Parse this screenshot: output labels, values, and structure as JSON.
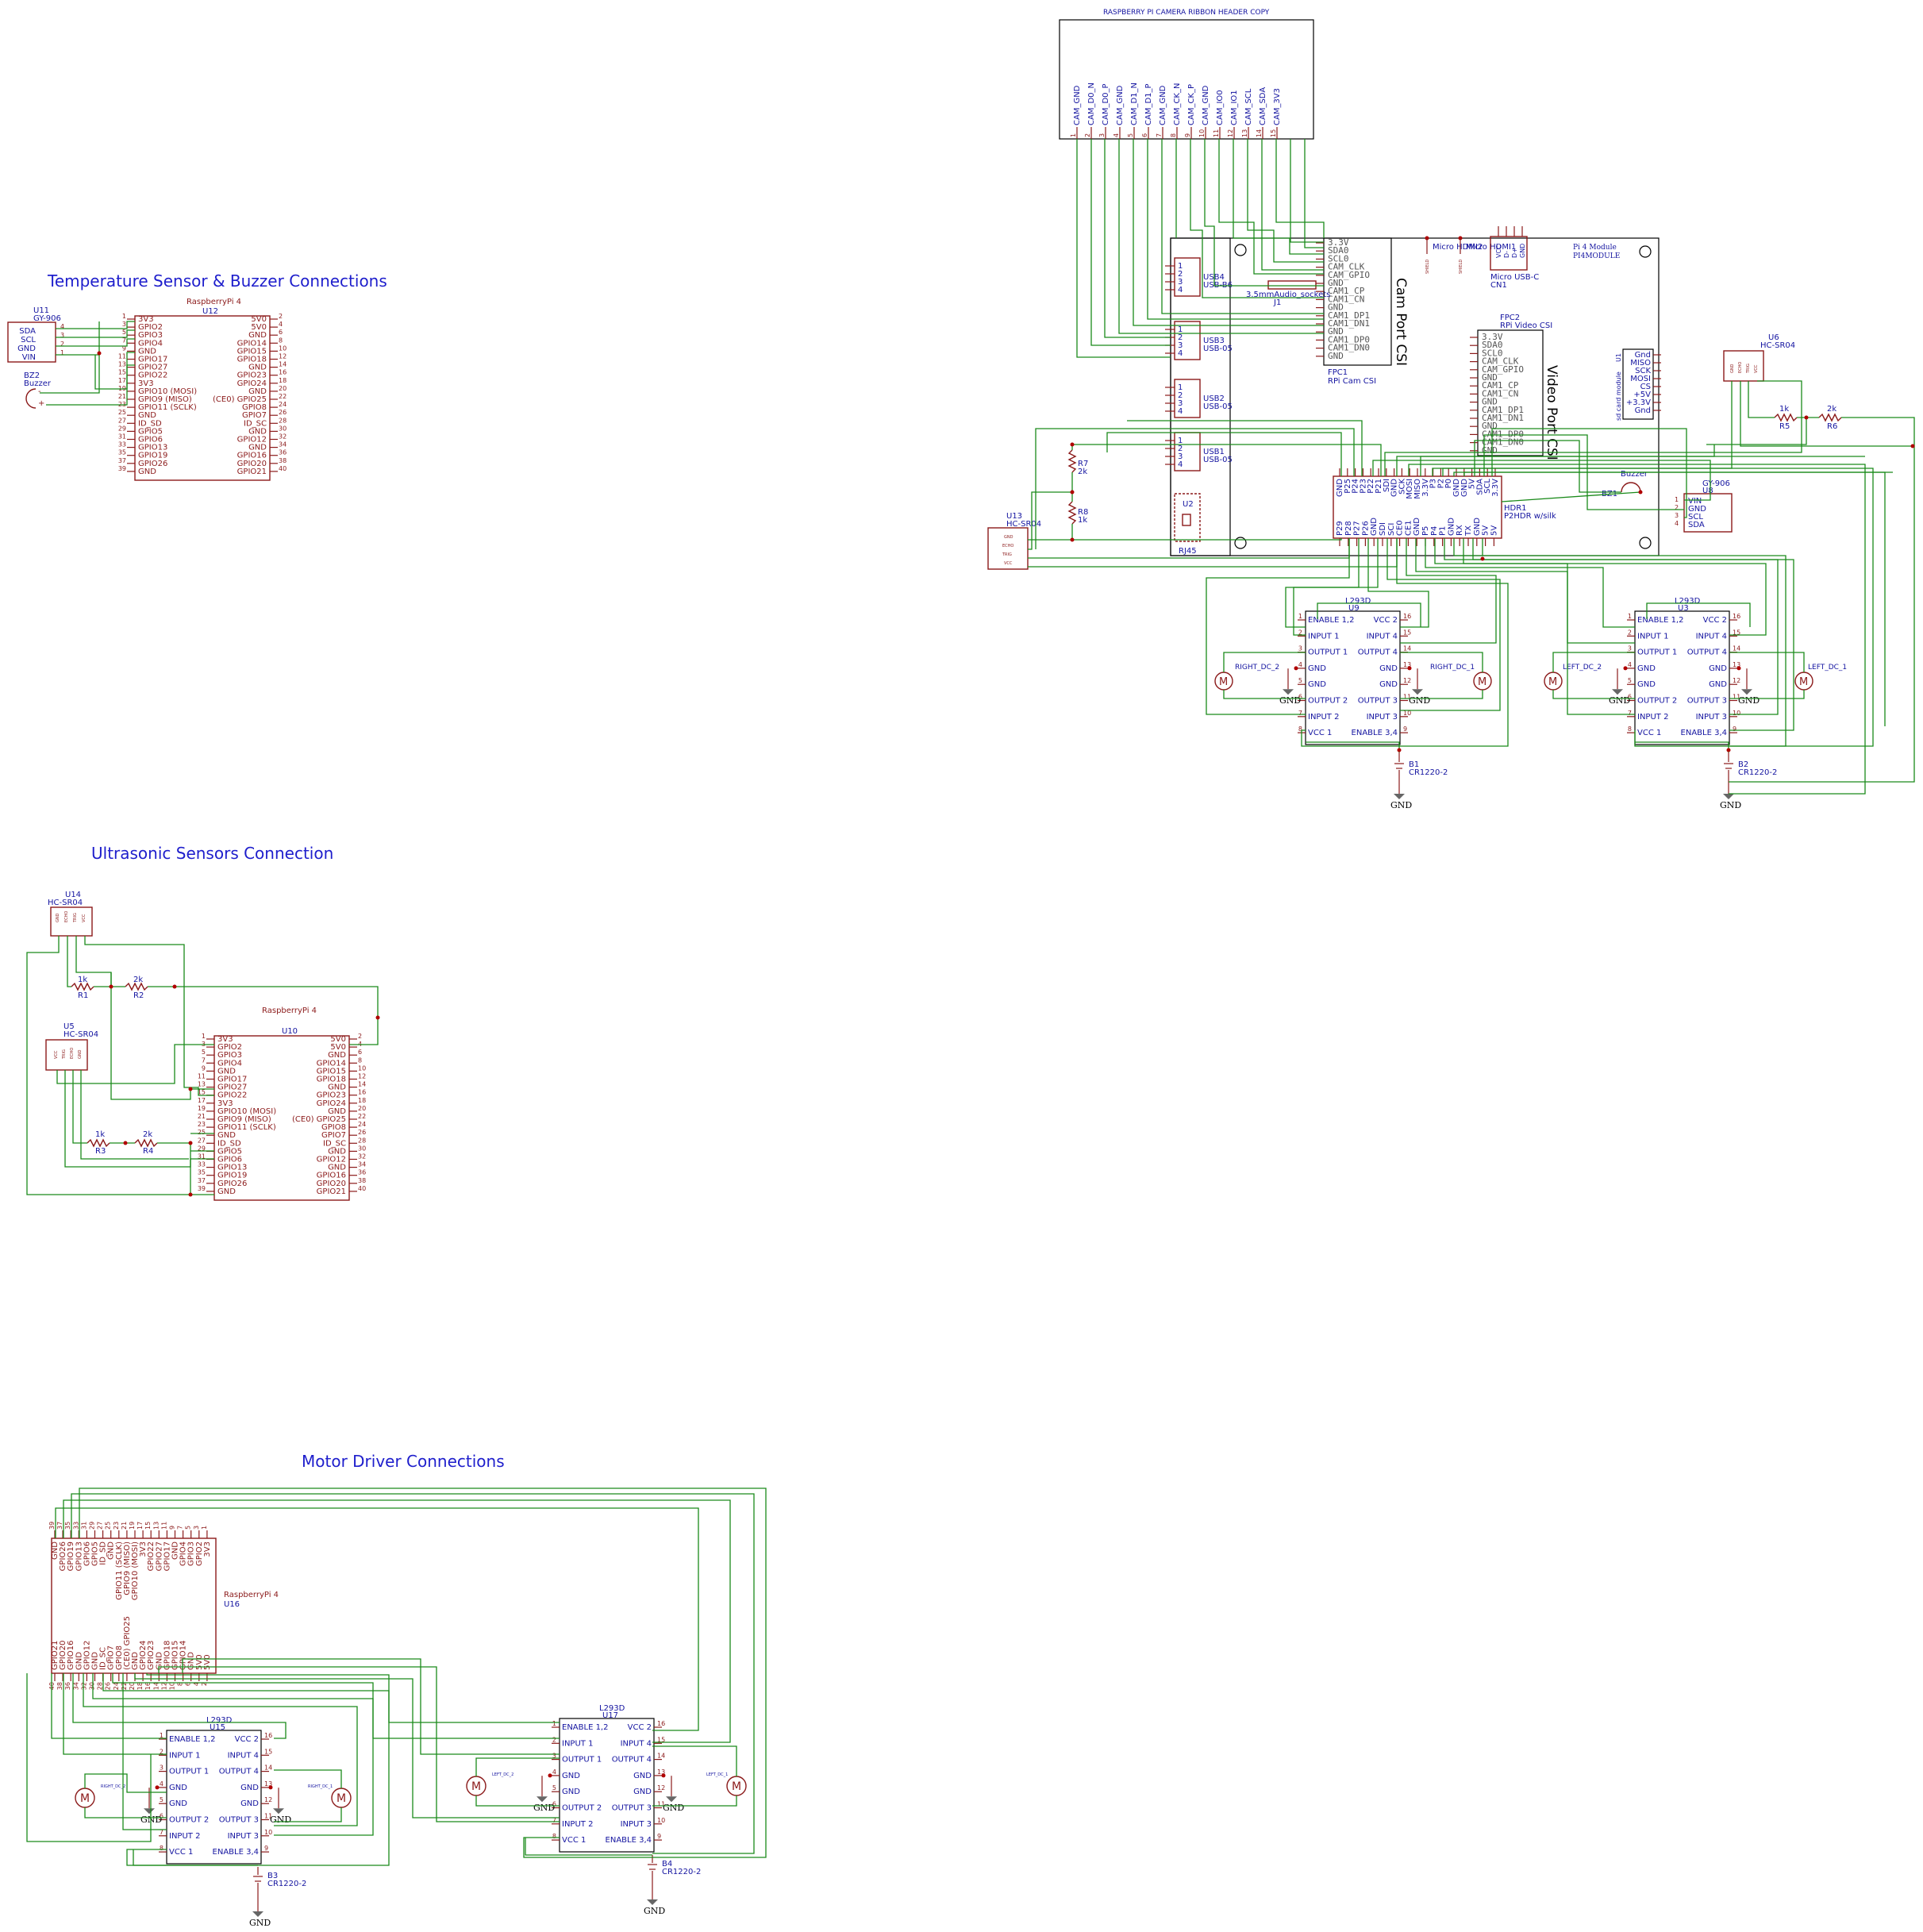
{
  "headings": {
    "temp": "Temperature Sensor & Buzzer Connections",
    "ultra": "Ultrasonic Sensors Connection",
    "motor": "Motor Driver Connections",
    "camera_header": "RASPBERRY PI CAMERA RIBBON HEADER COPY"
  },
  "rpi": {
    "title": "RaspberryPi 4",
    "left_pins": [
      "3V3",
      "GPIO2",
      "GPIO3",
      "GPIO4",
      "GND",
      "GPIO17",
      "GPIO27",
      "GPIO22",
      "3V3",
      "GPIO10 (MOSI)",
      "GPIO9 (MISO)",
      "GPIO11 (SCLK)",
      "GND",
      "ID_SD",
      "GPIO5",
      "GPIO6",
      "GPIO13",
      "GPIO19",
      "GPIO26",
      "GND"
    ],
    "left_nums": [
      "1",
      "3",
      "5",
      "7",
      "9",
      "11",
      "13",
      "15",
      "17",
      "19",
      "21",
      "23",
      "25",
      "27",
      "29",
      "31",
      "33",
      "35",
      "37",
      "39"
    ],
    "right_pins": [
      "5V0",
      "5V0",
      "GND",
      "GPIO14",
      "GPIO15",
      "GPIO18",
      "GND",
      "GPIO23",
      "GPIO24",
      "GND",
      "(CE0) GPIO25",
      "GPIO8",
      "GPIO7",
      "ID_SC",
      "GND",
      "GPIO12",
      "GND",
      "GPIO16",
      "GPIO20",
      "GPIO21"
    ],
    "right_nums": [
      "2",
      "4",
      "6",
      "8",
      "10",
      "12",
      "14",
      "16",
      "18",
      "20",
      "22",
      "24",
      "26",
      "28",
      "30",
      "32",
      "34",
      "36",
      "38",
      "40"
    ]
  },
  "u12": {
    "ref": "U12"
  },
  "u10": {
    "ref": "U10"
  },
  "u16": {
    "ref": "U16"
  },
  "u11": {
    "ref": "U11",
    "type": "GY-906",
    "pins": [
      "SDA",
      "SCL",
      "GND",
      "VIN"
    ],
    "nums": [
      "4",
      "3",
      "2",
      "1"
    ]
  },
  "bz2": {
    "ref": "BZ2",
    "type": "Buzzer"
  },
  "u14": {
    "ref": "U14",
    "type": "HC-SR04"
  },
  "u5": {
    "ref": "U5",
    "type": "HC-SR04"
  },
  "u6": {
    "ref": "U6",
    "type": "HC-SR04"
  },
  "u13": {
    "ref": "U13",
    "type": "HC-SR04"
  },
  "hcsr_pins": [
    "GND",
    "ECHO",
    "TRIG",
    "VCC"
  ],
  "resistors": {
    "r1": {
      "ref": "R1",
      "val": "1k"
    },
    "r2": {
      "ref": "R2",
      "val": "2k"
    },
    "r3": {
      "ref": "R3",
      "val": "1k"
    },
    "r4": {
      "ref": "R4",
      "val": "2k"
    },
    "r5": {
      "ref": "R5",
      "val": "1k"
    },
    "r6": {
      "ref": "R6",
      "val": "2k"
    },
    "r7": {
      "ref": "R7",
      "val": "2k"
    },
    "r8": {
      "ref": "R8",
      "val": "1k"
    }
  },
  "l293d": {
    "type": "L293D",
    "left_pins": [
      "ENABLE 1,2",
      "INPUT 1",
      "OUTPUT 1",
      "GND",
      "GND",
      "OUTPUT 2",
      "INPUT 2",
      "VCC 1"
    ],
    "left_nums": [
      "1",
      "2",
      "3",
      "4",
      "5",
      "6",
      "7",
      "8"
    ],
    "right_pins": [
      "VCC 2",
      "INPUT 4",
      "OUTPUT 4",
      "GND",
      "GND",
      "OUTPUT 3",
      "INPUT 3",
      "ENABLE 3,4"
    ],
    "right_nums": [
      "16",
      "15",
      "14",
      "13",
      "12",
      "11",
      "10",
      "9"
    ]
  },
  "drivers": {
    "u9": "U9",
    "u3": "U3",
    "u15": "U15",
    "u17": "U17"
  },
  "motors": {
    "right2": "RIGHT_DC_2",
    "right1": "RIGHT_DC_1",
    "left2": "LEFT_DC_2",
    "left1": "LEFT_DC_1"
  },
  "batteries": {
    "b1": "B1",
    "b2": "B2",
    "b3": "B3",
    "b4": "B4",
    "type": "CR1220-2"
  },
  "gnd_label": "GND",
  "camera_pins": [
    "CAM_GND",
    "CAM_D0_N",
    "CAM_D0_P",
    "CAM_GND",
    "CAM_D1_N",
    "CAM_D1_P",
    "CAM_GND",
    "CAM_CK_N",
    "CAM_CK_P",
    "CAM_GND",
    "CAM_IO0",
    "CAM_IO1",
    "CAM_SCL",
    "CAM_SDA",
    "CAM_3V3"
  ],
  "camera_nums": [
    "1",
    "2",
    "3",
    "4",
    "5",
    "6",
    "7",
    "8",
    "9",
    "10",
    "11",
    "12",
    "13",
    "14",
    "15"
  ],
  "module": {
    "title": "Pi 4 Module",
    "sub": "PI4MODULE",
    "micro_hdmi2": "Micro HDMI2",
    "micro_hdmi1": "Micro HDMI1",
    "shield": "SHIELD",
    "usbc": "Micro USB-C",
    "cn1": "CN1",
    "usbc_pins": [
      "VCC",
      "D-",
      "D+",
      "GND"
    ],
    "usb4": "USB4",
    "usb4_type": "USB-B6",
    "usb3": "USB3",
    "usb2": "USB2",
    "usb1": "USB1",
    "usb_type": "USB-05",
    "usb_nums": [
      "1",
      "2",
      "3",
      "4"
    ],
    "audio": "3.5mmAudio_sockets",
    "j1": "J1",
    "u2": "U2",
    "rj45": "RJ45",
    "fpc1_pins": [
      "3.3V",
      "SDA0",
      "SCL0",
      "CAM_CLK",
      "CAM_GPIO",
      "GND",
      "CAM1_CP",
      "CAM1_CN",
      "GND",
      "CAM1_DP1",
      "CAM1_DN1",
      "GND",
      "CAM1_DP0",
      "CAM1_DN0",
      "GND"
    ],
    "cam_port": "Cam Port CSI",
    "fpc1": "FPC1",
    "fpc1_type": "RPi Cam CSI",
    "fpc2": "FPC2",
    "fpc2_type": "RPi Video CSI",
    "video_port": "Video Port CSI",
    "sd_pins": [
      "Gnd",
      "MISO",
      "SCK",
      "MOSI",
      "CS",
      "+5V",
      "+3.3V",
      "Gnd"
    ],
    "sd_label": "sd card module",
    "sd_ref": "U1",
    "hdr_top": [
      "GND",
      "P25",
      "P24",
      "P23",
      "P22",
      "P21",
      "SDI",
      "GND",
      "SCK",
      "MOSI",
      "MISO",
      "3.3V",
      "P3",
      "P2",
      "P0",
      "GND",
      "GND",
      "5V",
      "SDA",
      "SCL",
      "3.3V"
    ],
    "hdr_bot": [
      "P29",
      "P28",
      "P27",
      "P26",
      "GND",
      "SDI",
      "SCI",
      "CE0",
      "CE1",
      "GND",
      "P5",
      "P4",
      "P1",
      "GND",
      "RX",
      "TX",
      "GND",
      "5V",
      "5V"
    ],
    "hdr1": "HDR1",
    "hdr1_type": "P2HDR w/silk",
    "buzzer": "Buzzer",
    "bz1": "BZ1",
    "u8": "U8",
    "gy906": "GY-906",
    "gy_pins": [
      "VIN",
      "GND",
      "SCL",
      "SDA"
    ],
    "gy_nums": [
      "1",
      "2",
      "3",
      "4"
    ]
  }
}
